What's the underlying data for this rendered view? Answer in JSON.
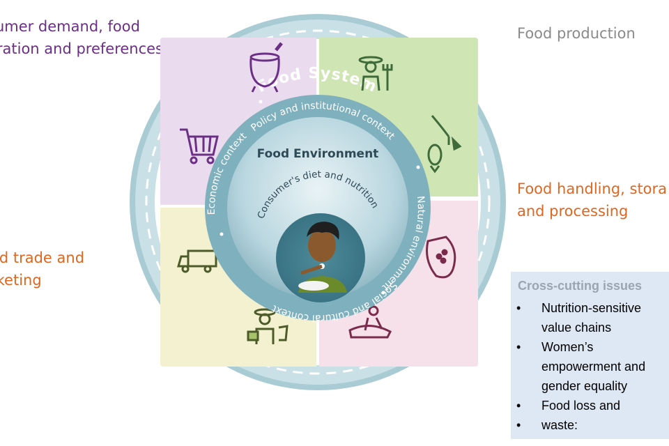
{
  "labels": {
    "consumer": [
      "sumer demand, food",
      "aration and preferences"
    ],
    "production": [
      "Food production"
    ],
    "handling": [
      "Food handling, stora",
      "and processing"
    ],
    "trade": [
      "od trade and",
      "rketing"
    ]
  },
  "diagram": {
    "outer_ring": "Food System",
    "policy": "Policy and institutional context",
    "natural": "Natural environment",
    "social": "Social and cultural context",
    "economic": "Economic context",
    "food_environment": "Food Environment",
    "diet": "Consumer's diet and nutrition"
  },
  "cross_cutting": {
    "title": "Cross-cutting issues",
    "items": [
      [
        "Nutrition-sensitive",
        "value chains"
      ],
      [
        "Women’s",
        "empowerment and",
        "gender equality"
      ],
      [
        "Food loss and"
      ],
      [
        "waste:"
      ]
    ]
  },
  "colors": {
    "consumer_text": "#6b2f86",
    "production_text": "#8a8a8a",
    "orange_text": "#e0661f",
    "q_purple": "#eadcee",
    "q_green": "#cfe5b4",
    "q_pink": "#f6e1ea",
    "q_yellow": "#f3f1cf",
    "ring_teal": "#7fb0bd",
    "ring_light": "#c9e0e6"
  },
  "icons": [
    "cooking-pot-icon",
    "shopping-cart-icon",
    "farmer-icon",
    "fish-icon",
    "grain-sack-icon",
    "processing-worker-icon",
    "truck-icon",
    "vendor-icon",
    "child-eating-icon"
  ]
}
